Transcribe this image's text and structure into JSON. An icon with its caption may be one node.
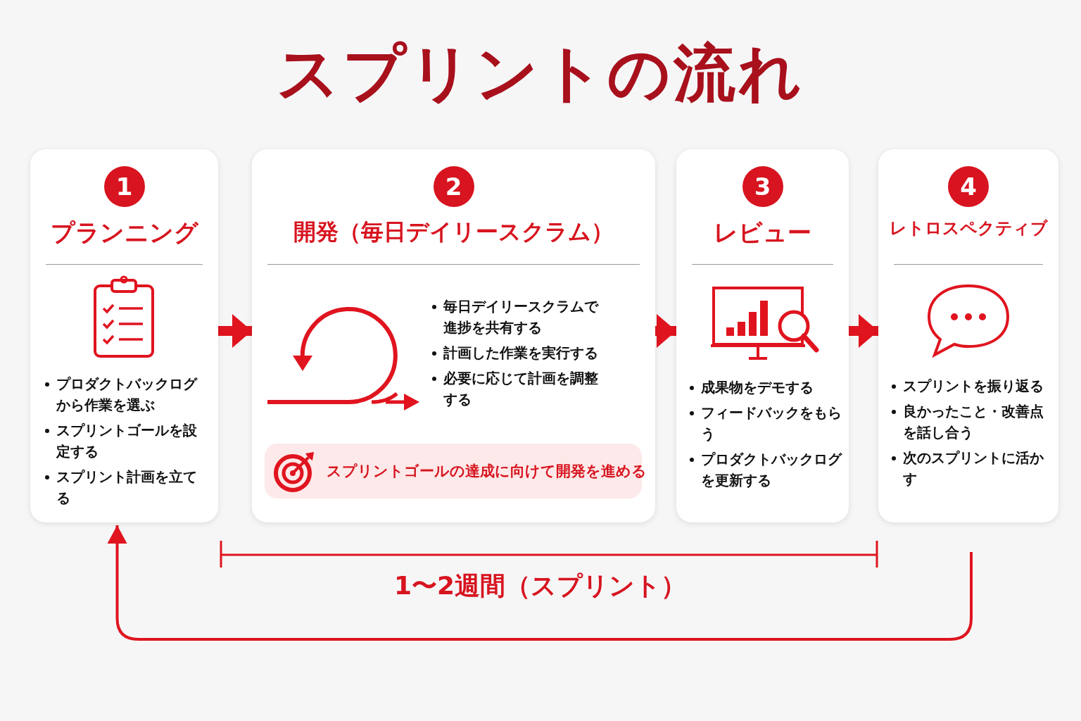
{
  "diagram": {
    "title": "スプリントの流れ",
    "nodes": [
      {
        "text": [
          "1",
          "プランニング",
          "プロダクトバックログから作業を選ぶ",
          "スプリントゴールを設定する",
          "スプリント計画を立てる"
        ]
      },
      {
        "text": [
          "2",
          "開発（毎日デイリースクラム）",
          "毎日デイリースクラムで進捗を共有する",
          "計画した作業を実行する",
          "必要に応じて計画を調整する"
        ]
      },
      {
        "text": [
          "スプリントゴールの達成に向けて開発を進める"
        ],
        "in": 1
      },
      {
        "text": [
          "3",
          "レビュー",
          "成果物をデモする",
          "フィードバックをもらう",
          "プロダクトバックログを更新する"
        ]
      },
      {
        "text": [
          "4",
          "レトロスペクティブ",
          "スプリントを振り返る",
          "良かったこと・改善点を話し合う",
          "次のスプリントに活かす"
        ]
      }
    ],
    "edges": [
      {
        "from": 0,
        "to": 1,
        "arrow": "to"
      },
      {
        "from": 1,
        "to": 3,
        "arrow": "to"
      },
      {
        "from": 3,
        "to": 4,
        "arrow": "to"
      },
      {
        "from": 4,
        "to": 0,
        "arrow": "to"
      }
    ],
    "labels": [
      "1〜2週間（スプリント）"
    ]
  }
}
